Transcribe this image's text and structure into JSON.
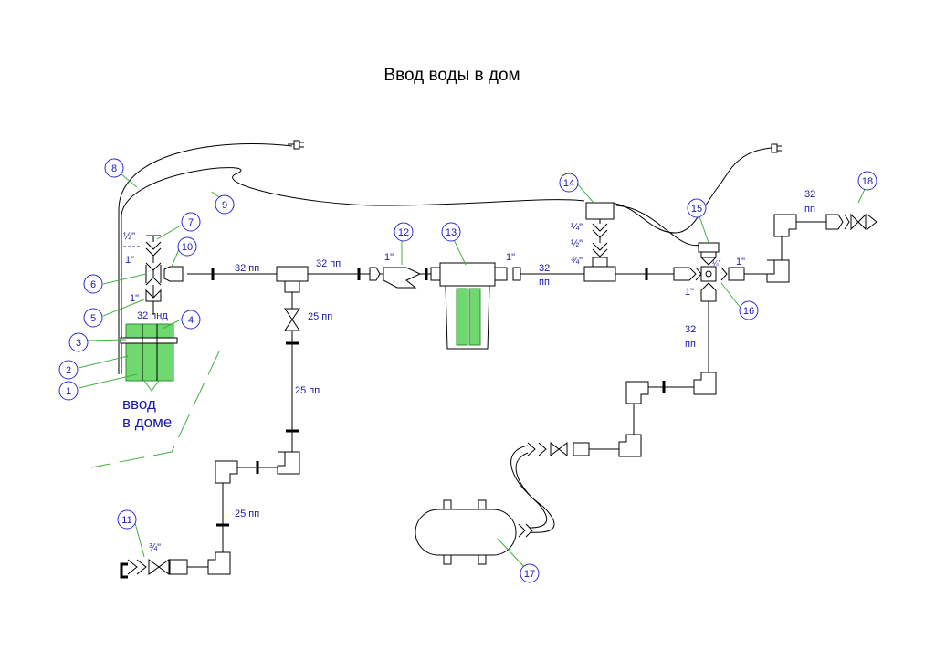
{
  "title": "Ввод воды в дом",
  "colors": {
    "label": "#1a1ab0",
    "leader": "#3fb03f",
    "filter": "#6fd96f",
    "circle": "#2b2bd6"
  },
  "entry_label": [
    "ввод",
    "в доме"
  ],
  "markers": [
    "1",
    "2",
    "3",
    "4",
    "5",
    "6",
    "7",
    "8",
    "9",
    "10",
    "11",
    "12",
    "13",
    "14",
    "15",
    "16",
    "17",
    "18"
  ],
  "labels": {
    "half": "½\"",
    "one_a": "1\"",
    "one_b": "1\"",
    "pnd": "32 пнд",
    "pp32_a": "32 пп",
    "pp32_b": "32 пп",
    "one_c": "1\"",
    "one_d": "1\"",
    "pp32_c_1": "32",
    "pp32_c_2": "пп",
    "pp25_a": "25 пп",
    "pp25_b": "25 пп",
    "pp25_c": "25 пп",
    "three_q_a": "¾\"",
    "quarter": "¼\"",
    "half_b": "½\"",
    "three_q_b": "¾\"",
    "quarter_b": "¼\"",
    "one_e": "1\"",
    "one_f": "1\"",
    "pp32_d_1": "32",
    "pp32_d_2": "пп",
    "pp32_e_1": "32",
    "pp32_e_2": "пп"
  }
}
